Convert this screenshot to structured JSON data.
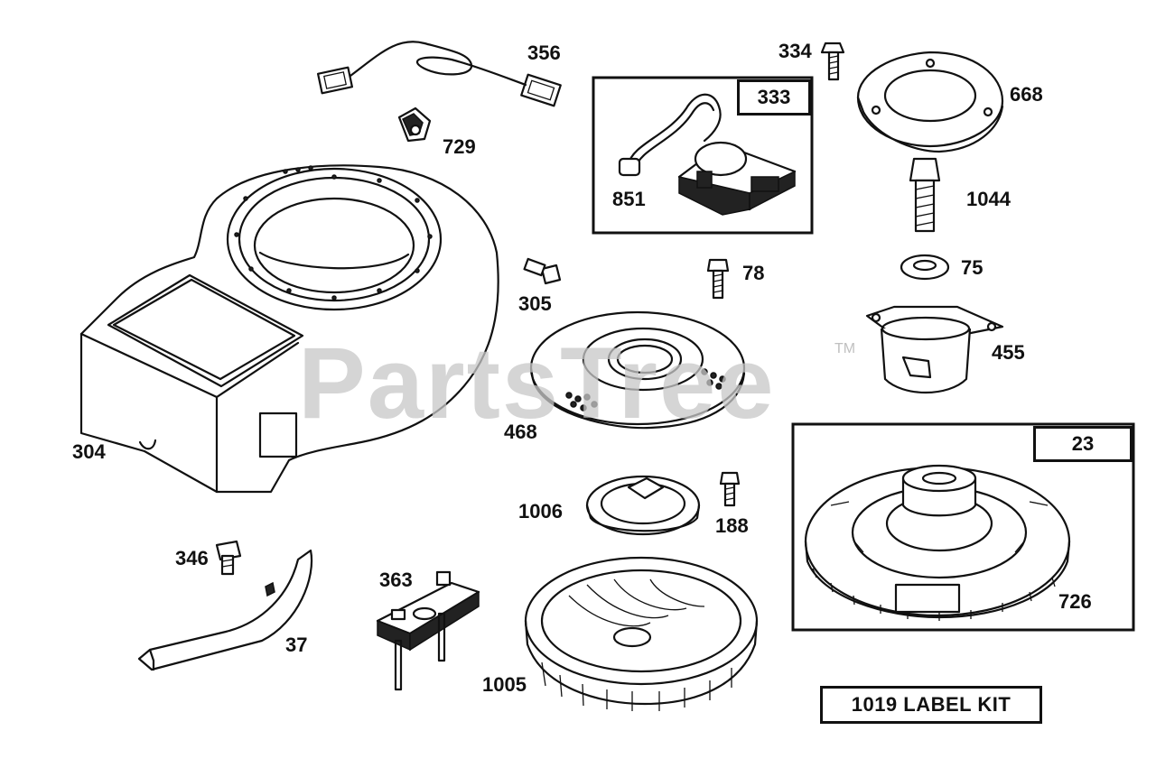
{
  "watermark": {
    "text": "PartsTree",
    "trademark": "TM"
  },
  "callouts": {
    "p356": "356",
    "p729": "729",
    "p304": "304",
    "p333": "333",
    "p851": "851",
    "p334": "334",
    "p668": "668",
    "p1044": "1044",
    "p75": "75",
    "p78": "78",
    "p305": "305",
    "p455": "455",
    "p468": "468",
    "p23": "23",
    "p1006": "1006",
    "p188": "188",
    "p726": "726",
    "p346": "346",
    "p363": "363",
    "p37": "37",
    "p1005": "1005"
  },
  "label_kit": "1019 LABEL KIT"
}
